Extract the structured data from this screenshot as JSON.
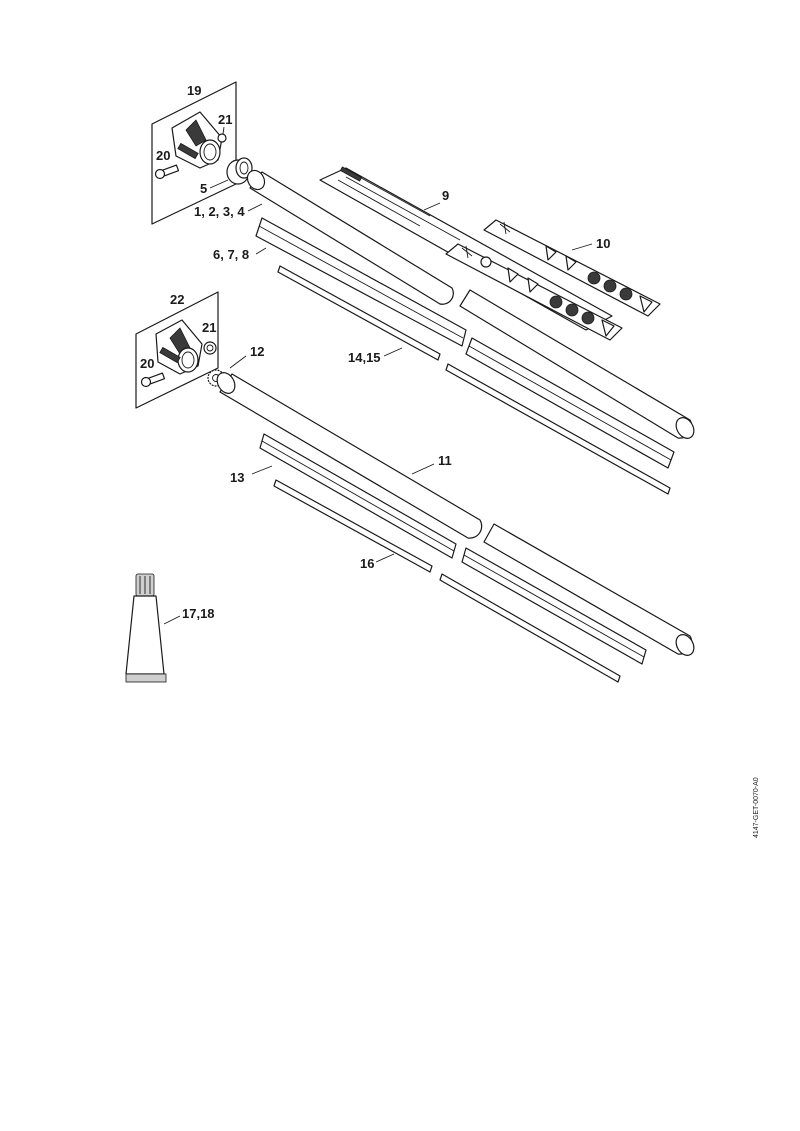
{
  "callouts": {
    "c19": "19",
    "c21a": "21",
    "c20a": "20",
    "c5": "5",
    "c1234": "1, 2, 3, 4",
    "c9": "9",
    "c10": "10",
    "c678": "6, 7, 8",
    "c22": "22",
    "c21b": "21",
    "c12": "12",
    "c20b": "20",
    "c1415": "14,15",
    "c11": "11",
    "c13": "13",
    "c16": "16",
    "c1718": "17,18"
  },
  "doc_id": "4147-GET-0070-A0"
}
